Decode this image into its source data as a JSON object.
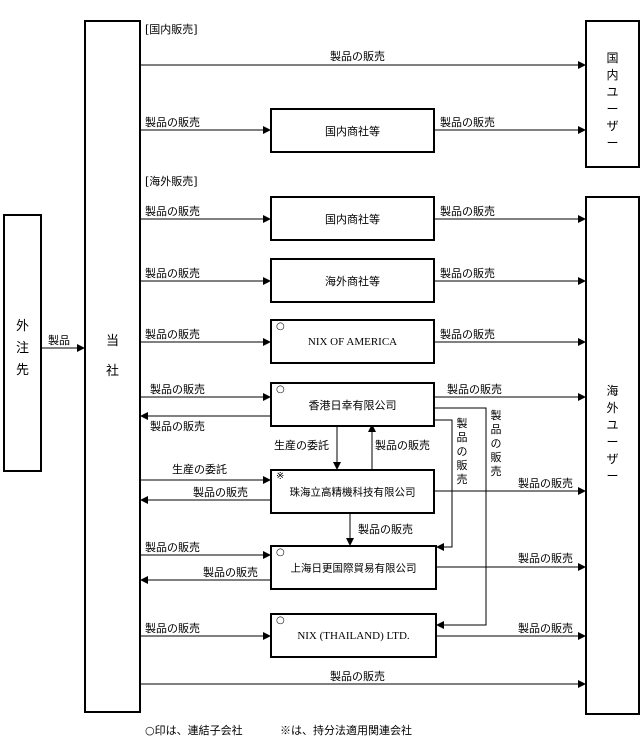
{
  "sections": {
    "domestic": "[国内販売]",
    "overseas": "[海外販売]"
  },
  "entities": {
    "outsourcer": "外注先",
    "company": "当社",
    "domestic_users": "国内ユーザー",
    "overseas_users": "海外ユーザー",
    "dom_trader_1": "国内商社等",
    "dom_trader_2": "国内商社等",
    "overseas_trader": "海外商社等",
    "nix_america": "NIX OF AMERICA",
    "hongkong": "香港日幸有限公司",
    "zhuhai": "珠海立高精機科技有限公司",
    "shanghai": "上海日更国際貿易有限公司",
    "nix_thailand": "NIX (THAILAND) LTD."
  },
  "marks": {
    "consolidated": "○",
    "equity": "※"
  },
  "flows": {
    "parts": "製品",
    "sale": "製品の販売",
    "consignment": "生産の委託"
  },
  "legend": {
    "consolidated": "○印は、連結子会社",
    "equity": "※は、持分法適用関連会社"
  }
}
